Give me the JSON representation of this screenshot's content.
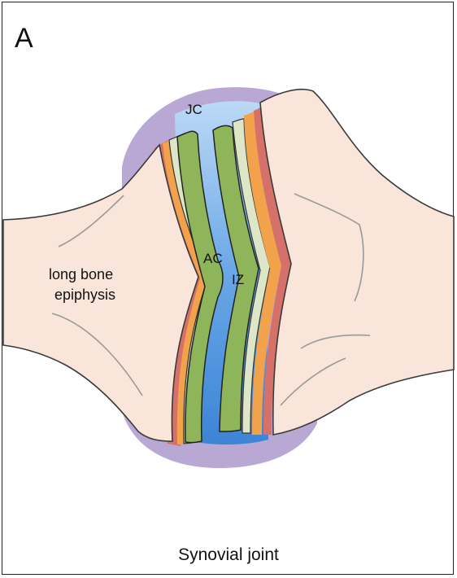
{
  "panel_letter": "A",
  "caption": "Synovial joint",
  "labels": {
    "jc": "JC",
    "ac": "AC",
    "iz": "IZ",
    "bone_line1": "long bone",
    "bone_line2": "epiphysis"
  },
  "colors": {
    "capsule": "#b7a6d3",
    "bone": "#f9e5d9",
    "bone_stroke": "#3a3a3a",
    "cartilage_green": "#8fb55a",
    "cartilage_pale": "#dde6c6",
    "orange_layer": "#f2a24b",
    "red_layer": "#d6716a",
    "joint_cavity": "#5b9be0"
  }
}
